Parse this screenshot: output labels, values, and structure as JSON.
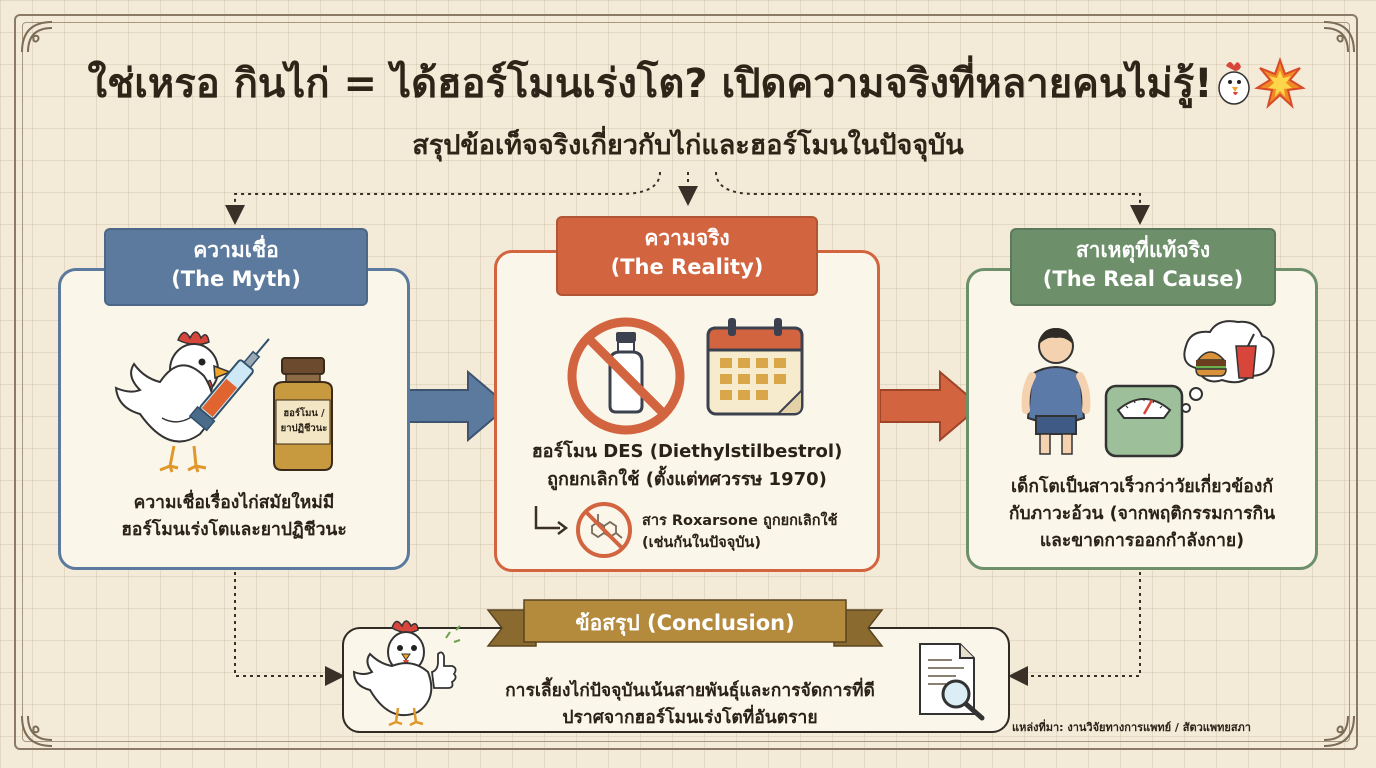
{
  "header": {
    "title": "ใช่เหรอ กินไก่ = ได้ฮอร์โมนเร่งโต? เปิดความจริงที่หลายคนไม่รู้!",
    "title_emoji_icons": [
      "chicken-icon",
      "explosion-icon"
    ],
    "subtitle": "สรุปข้อเท็จจริงเกี่ยวกับไก่และฮอร์โมนในปัจจุบัน"
  },
  "myth": {
    "title_th": "ความเชื่อ",
    "title_en": "(The Myth)",
    "bottle_label_line1": "ฮอร์โมน /",
    "bottle_label_line2": "ยาปฏิชีวนะ",
    "text_line1": "ความเชื่อเรื่องไก่สมัยใหม่มี",
    "text_line2": "ฮอร์โมนเร่งโตและยาปฏิชีวนะ"
  },
  "reality": {
    "title_th": "ความจริง",
    "title_en": "(The Reality)",
    "text_line1": "ฮอร์โมน DES (Diethylstilbestrol)",
    "text_line2": "ถูกยกเลิกใช้ (ตั้งแต่ทศวรรษ 1970)",
    "note_line1": "สาร Roxarsone ถูกยกเลิกใช้",
    "note_line2": "(เช่นกันในปัจจุบัน)"
  },
  "cause": {
    "title_th": "สาเหตุที่แท้จริง",
    "title_en": "(The Real Cause)",
    "text_line1": "เด็กโตเป็นสาวเร็วกว่าวัยเกี่ยวข้องกั",
    "text_line2": "กับภาวะอ้วน (จากพฤติกรรมการกิน",
    "text_line3": "และขาดการออกกำลังกาย)"
  },
  "conclusion": {
    "title": "ข้อสรุป (Conclusion)",
    "text_line1": "การเลี้ยงไก่ปัจจุบันเน้นสายพันธุ์และการจัดการที่ดี",
    "text_line2": "ปราศจากฮอร์โมนเร่งโตที่อันตราย"
  },
  "footer": {
    "source": "แหล่งที่มา: งานวิจัยทางการแพทย์ / สัตวแพทยสภา"
  },
  "colors": {
    "background": "#f3ead7",
    "myth_blue": "#5b7a9e",
    "reality_orange": "#d2643f",
    "cause_green": "#6d8f6a",
    "conclusion_gold": "#b48a3d",
    "card_fill": "#fbf6ea",
    "dark_border": "#3c4150"
  }
}
